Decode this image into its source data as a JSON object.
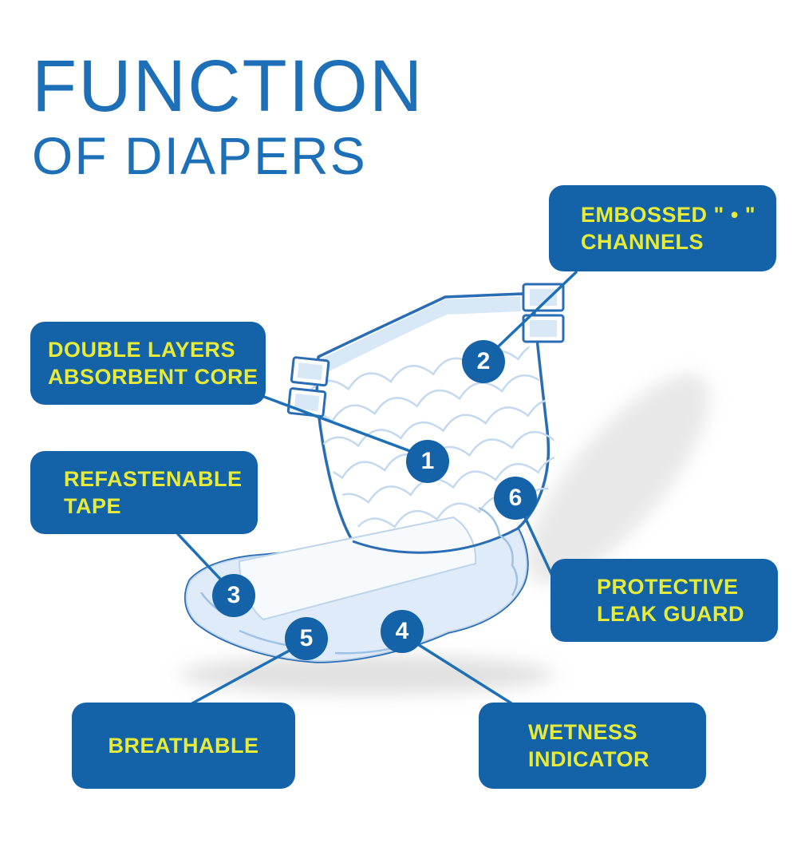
{
  "title": {
    "line1": "FUNCTION",
    "line2": "OF DIAPERS"
  },
  "colors": {
    "title_blue": "#1d70b7",
    "box_blue": "#1463a8",
    "label_yellow": "#e6eb3a",
    "line_blue": "#1d70b7",
    "diaper_outline": "#2a6db4",
    "diaper_fill_light": "#d9e8f7"
  },
  "callouts": {
    "embossed": {
      "line1": "EMBOSSED \" • \"",
      "line2": "CHANNELS",
      "marker": "2"
    },
    "double_layers": {
      "line1": "DOUBLE LAYERS",
      "line2": "ABSORBENT CORE",
      "marker": "1"
    },
    "refastenable": {
      "line1": "REFASTENABLE",
      "line2": "TAPE",
      "marker": "3"
    },
    "protective": {
      "line1": "PROTECTIVE",
      "line2": "LEAK GUARD",
      "marker": "6"
    },
    "breathable": {
      "line1": "BREATHABLE",
      "marker": "5"
    },
    "wetness": {
      "line1": "WETNESS",
      "line2": "INDICATOR",
      "marker": "4"
    }
  },
  "markers": {
    "m1": "1",
    "m2": "2",
    "m3": "3",
    "m4": "4",
    "m5": "5",
    "m6": "6"
  }
}
